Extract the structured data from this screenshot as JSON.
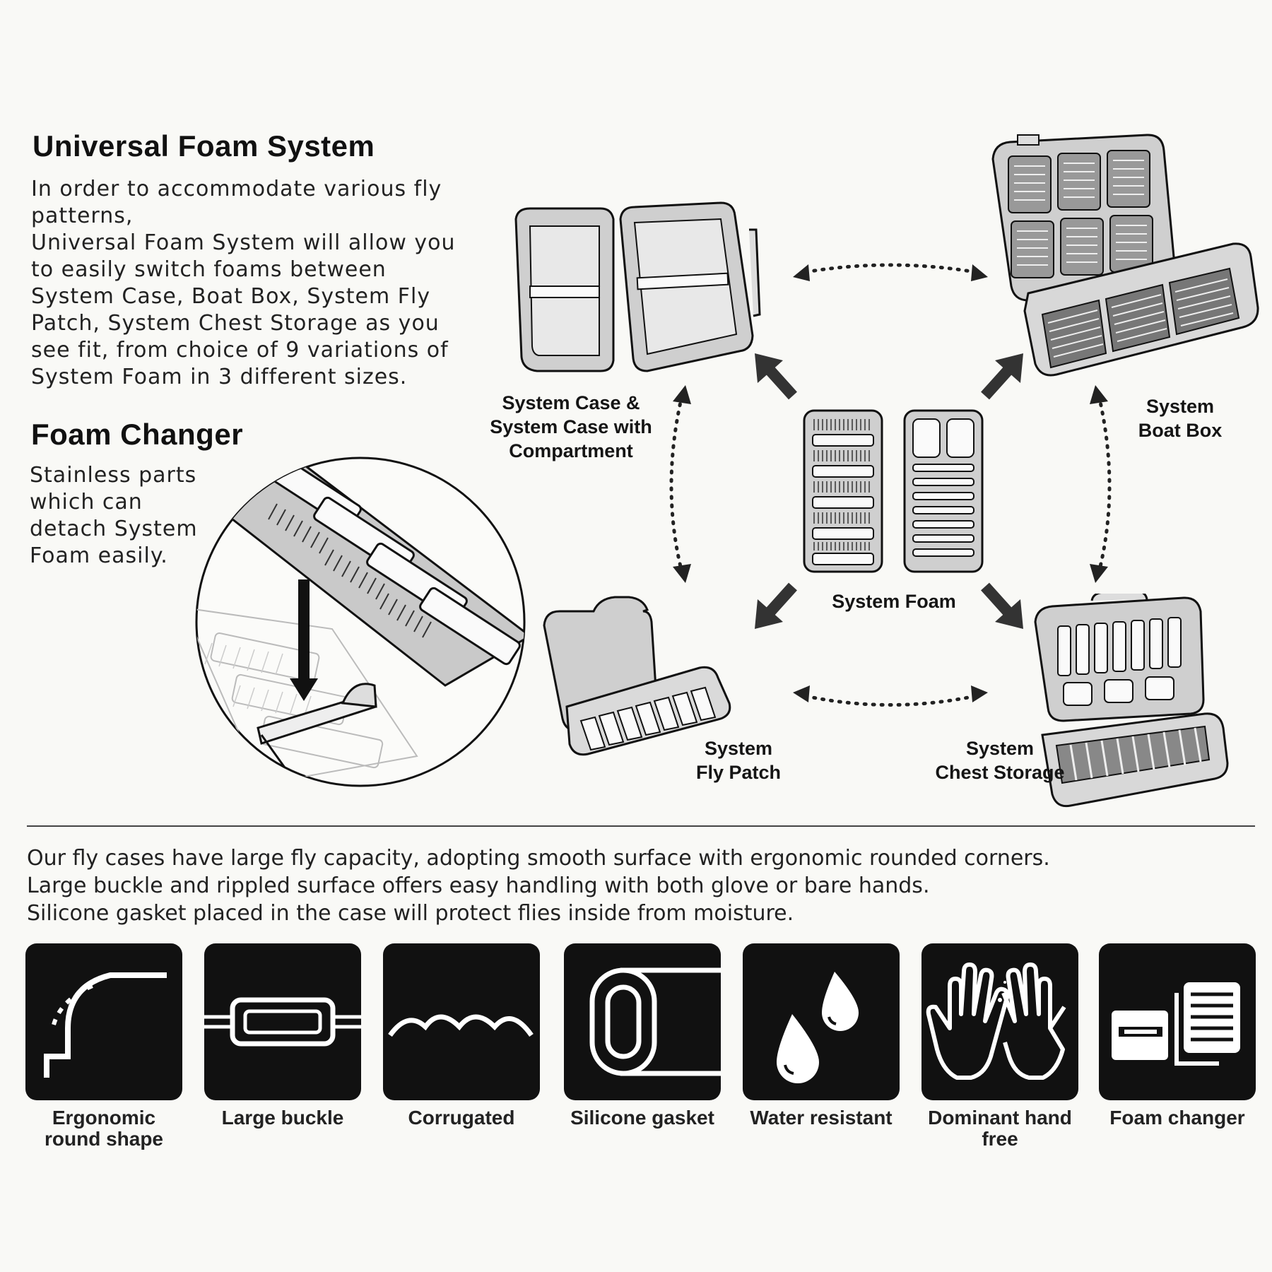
{
  "universal": {
    "title": "Universal Foam System",
    "text": "In order to accommodate various fly\npatterns,\nUniversal Foam System will allow you\nto easily switch foams between\nSystem Case, Boat Box, System Fly\nPatch, System Chest Storage as you\nsee fit, from choice of 9 variations of\nSystem Foam in 3 different sizes."
  },
  "changer": {
    "title": "Foam Changer",
    "text": "Stainless parts\nwhich can\ndetach System\nFoam easily."
  },
  "diagram": {
    "system_case_label": "System Case &\nSystem Case with\nCompartment",
    "boat_box_label": "System\nBoat Box",
    "system_foam_label": "System Foam",
    "fly_patch_label": "System\nFly Patch",
    "chest_storage_label": "System\nChest Storage"
  },
  "description": "Our fly cases have large fly capacity, adopting smooth surface with ergonomic rounded corners.\nLarge buckle and rippled surface offers easy handling with both glove or bare hands.\nSilicone gasket placed in the case will protect flies inside from moisture.",
  "features": [
    {
      "label": "Ergonomic\nround shape",
      "icon": "ergonomic-shape-icon"
    },
    {
      "label": "Large buckle",
      "icon": "buckle-icon"
    },
    {
      "label": "Corrugated",
      "icon": "corrugated-icon"
    },
    {
      "label": "Silicone gasket",
      "icon": "gasket-icon"
    },
    {
      "label": "Water resistant",
      "icon": "water-drops-icon"
    },
    {
      "label": "Dominant hand free",
      "icon": "hands-icon"
    },
    {
      "label": "Foam changer",
      "icon": "foam-changer-icon"
    }
  ]
}
